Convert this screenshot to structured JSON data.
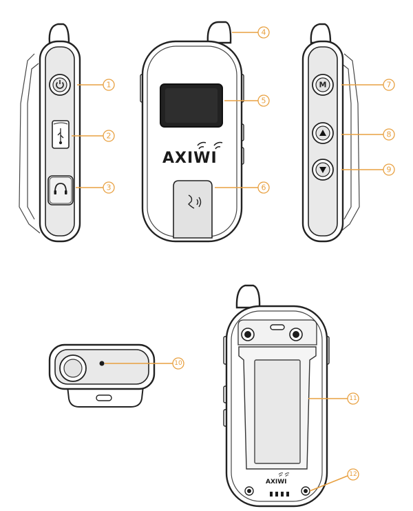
{
  "brand": {
    "name": "AXIWI"
  },
  "callouts": [
    {
      "number": "1"
    },
    {
      "number": "2"
    },
    {
      "number": "3"
    },
    {
      "number": "4"
    },
    {
      "number": "5"
    },
    {
      "number": "6"
    },
    {
      "number": "7"
    },
    {
      "number": "8"
    },
    {
      "number": "9"
    },
    {
      "number": "10"
    },
    {
      "number": "11"
    },
    {
      "number": "12"
    }
  ],
  "buttons": {
    "mode_label": "M"
  },
  "icons": {
    "power": "power-icon",
    "usb": "usb-icon",
    "headphone": "headphone-icon",
    "voice": "voice-icon",
    "up": "triangle-up-icon",
    "down": "triangle-down-icon"
  },
  "colors": {
    "callout": "#e8a040",
    "outline": "#222222",
    "screen": "#222222",
    "panel": "#e9e9e9"
  }
}
